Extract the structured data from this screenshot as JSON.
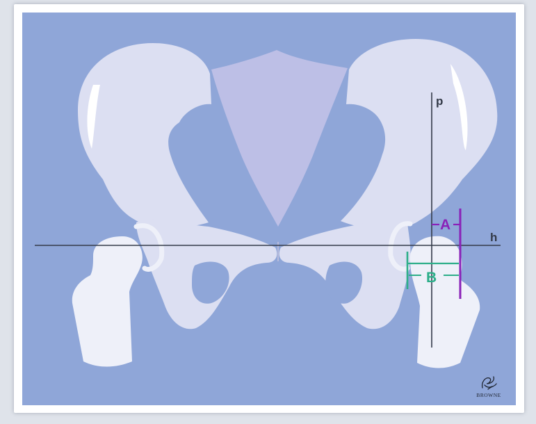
{
  "diagram": {
    "labels": {
      "p": "p",
      "h": "h",
      "a": "A",
      "b": "B"
    },
    "signature": "BROWNE",
    "colors": {
      "background": "#8fa6d8",
      "bone": "#dcdff2",
      "sacrum": "#bdbfe6",
      "femur": "#eef0f9",
      "reference_lines": "#333a48",
      "measure_a": "#8a22b8",
      "measure_b": "#2cae89"
    }
  }
}
